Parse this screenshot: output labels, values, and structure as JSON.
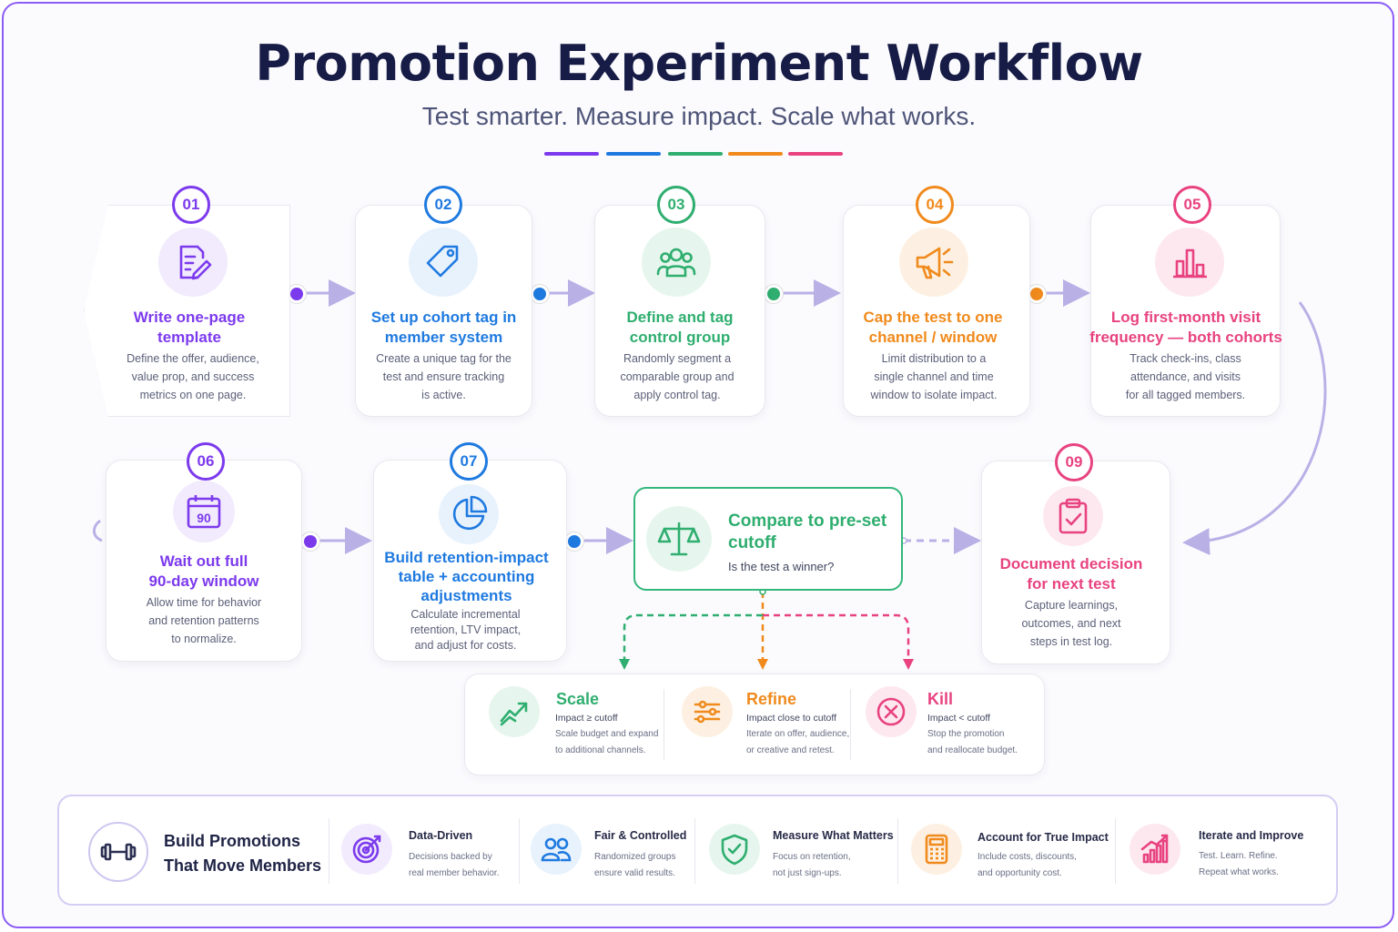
{
  "header": {
    "title": "Promotion Experiment Workflow",
    "subtitle": "Test smarter. Measure impact. Scale what works."
  },
  "colors": {
    "purple": "#7c3aed",
    "blue": "#1f7ae0",
    "green": "#2fae6f",
    "orange": "#f08a1c",
    "pink": "#e8437f",
    "arrow": "#b9b1e6"
  },
  "steps": [
    {
      "number": "01",
      "title_line1": "Write one-page",
      "title_line2": "template",
      "desc_line1": "Define the offer, audience,",
      "desc_line2": "value prop, and success",
      "desc_line3": "metrics on one page.",
      "icon": "document-edit-icon"
    },
    {
      "number": "02",
      "title_line1": "Set up cohort tag in",
      "title_line2": "member system",
      "desc_line1": "Create a unique tag for the",
      "desc_line2": "test and ensure tracking",
      "desc_line3": "is active.",
      "icon": "tag-icon"
    },
    {
      "number": "03",
      "title_line1": "Define and tag",
      "title_line2": "control group",
      "desc_line1": "Randomly segment a",
      "desc_line2": "comparable group and",
      "desc_line3": "apply control tag.",
      "icon": "group-icon"
    },
    {
      "number": "04",
      "title_line1": "Cap the test to one",
      "title_line2": "channel / window",
      "desc_line1": "Limit distribution to a",
      "desc_line2": "single channel and time",
      "desc_line3": "window to isolate impact.",
      "icon": "megaphone-icon"
    },
    {
      "number": "05",
      "title_line1": "Log first-month visit",
      "title_line2": "frequency — both cohorts",
      "desc_line1": "Track check-ins, class",
      "desc_line2": "attendance, and visits",
      "desc_line3": "for all tagged members.",
      "icon": "bar-chart-icon"
    },
    {
      "number": "06",
      "title_line1": "Wait out full",
      "title_line2": "90-day window",
      "desc_line1": "Allow time for behavior",
      "desc_line2": "and retention patterns",
      "desc_line3": "to normalize.",
      "icon": "calendar-icon",
      "icon_text": "90"
    },
    {
      "number": "07",
      "title_line1": "Build retention-impact",
      "title_line2": "table + accounting",
      "title_line3": "adjustments",
      "desc_line1": "Calculate incremental",
      "desc_line2": "retention, LTV impact,",
      "desc_line3": "and adjust for costs.",
      "icon": "pie-chart-icon"
    },
    {
      "number": "09",
      "title_line1": "Document decision",
      "title_line2": "for next test",
      "desc_line1": "Capture learnings,",
      "desc_line2": "outcomes, and next",
      "desc_line3": "steps in test log.",
      "icon": "clipboard-check-icon"
    }
  ],
  "decision": {
    "title_line1": "Compare to pre-set",
    "title_line2": "cutoff",
    "question": "Is the test a winner?",
    "icon": "scale-icon"
  },
  "outcomes": [
    {
      "title": "Scale",
      "condition": "Impact ≥ cutoff",
      "desc_line1": "Scale budget and expand",
      "desc_line2": "to additional channels.",
      "icon": "trend-up-icon"
    },
    {
      "title": "Refine",
      "condition": "Impact close to cutoff",
      "desc_line1": "Iterate on offer, audience,",
      "desc_line2": "or creative and retest.",
      "icon": "sliders-icon"
    },
    {
      "title": "Kill",
      "condition": "Impact < cutoff",
      "desc_line1": "Stop the promotion",
      "desc_line2": "and reallocate budget.",
      "icon": "x-circle-icon"
    }
  ],
  "footer": {
    "brand_line1": "Build Promotions",
    "brand_line2": "That Move Members",
    "brand_icon": "dumbbell-icon",
    "items": [
      {
        "title": "Data-Driven",
        "desc_line1": "Decisions backed by",
        "desc_line2": "real member behavior.",
        "icon": "target-icon"
      },
      {
        "title": "Fair & Controlled",
        "desc_line1": "Randomized groups",
        "desc_line2": "ensure valid results.",
        "icon": "users-icon"
      },
      {
        "title": "Measure What Matters",
        "desc_line1": "Focus on retention,",
        "desc_line2": "not just sign-ups.",
        "icon": "shield-check-icon"
      },
      {
        "title": "Account for True Impact",
        "desc_line1": "Include costs, discounts,",
        "desc_line2": "and opportunity cost.",
        "icon": "calculator-icon"
      },
      {
        "title": "Iterate and Improve",
        "desc_line1": "Test. Learn. Refine.",
        "desc_line2": "Repeat what works.",
        "icon": "growth-chart-icon"
      }
    ]
  }
}
